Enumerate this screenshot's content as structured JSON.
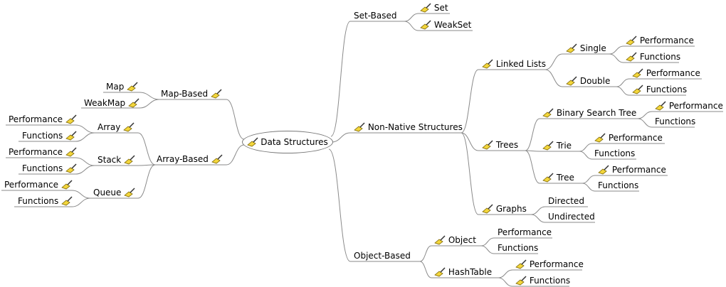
{
  "root": "Data Structures",
  "map_based": "Map-Based",
  "map": "Map",
  "weakmap": "WeakMap",
  "array_based": "Array-Based",
  "array": "Array",
  "stack": "Stack",
  "queue": "Queue",
  "performance": "Performance",
  "functions": "Functions",
  "set_based": "Set-Based",
  "set": "Set",
  "weakset": "WeakSet",
  "non_native": "Non-Native Structures",
  "linked_lists": "Linked Lists",
  "single": "Single",
  "double": "Double",
  "trees": "Trees",
  "bst": "Binary Search Tree",
  "trie": "Trie",
  "tree": "Tree",
  "graphs": "Graphs",
  "directed": "Directed",
  "undirected": "Undirected",
  "object_based": "Object-Based",
  "object": "Object",
  "hashtable": "HashTable",
  "icon": "brush-icon",
  "colors": {
    "line": "#8a8a8a",
    "icon_fill": "#f3d63c",
    "icon_outline": "#7a6300"
  }
}
